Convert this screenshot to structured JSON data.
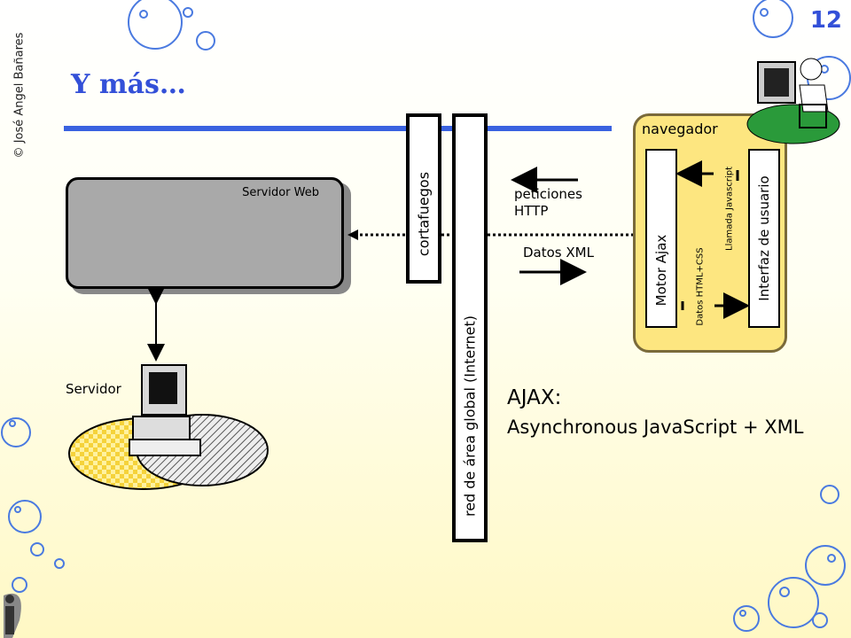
{
  "slide": {
    "number": "12",
    "title": "Y más…",
    "copyright": "© José Angel Bañares"
  },
  "diagram": {
    "server_web_label": "Servidor Web",
    "server_label": "Servidor",
    "firewall_label": "cortafuegos",
    "wan_label": "red de área global (Internet)",
    "requests_line1": "peticiones",
    "requests_line2": "HTTP",
    "xml_data_label": "Datos XML",
    "browser_label": "navegador",
    "ajax_engine_label": "Motor Ajax",
    "user_interface_label": "Interfaz de usuario",
    "html_css_data_label": "Datos HTML+CSS",
    "js_call_label": "Llamada Javascript",
    "ajax_heading": "AJAX:",
    "ajax_expansion": "Asynchronous  JavaScript + XML"
  },
  "colors": {
    "accent": "#3350d8",
    "rule": "#3a62e0",
    "bubble": "#4a7ae0",
    "browser_fill": "#fde680",
    "server_fill": "#a9a9a9"
  }
}
